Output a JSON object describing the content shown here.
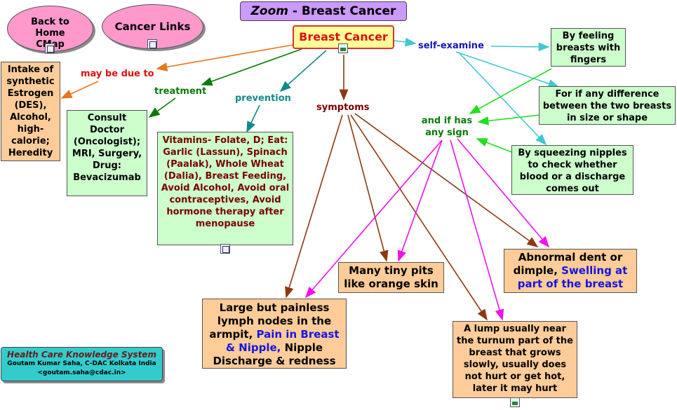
{
  "title": {
    "prefix": "Zoom",
    "main": "- Breast Cancer"
  },
  "links": {
    "back": "Back to Home CMap",
    "cancer_links": "Cancer Links"
  },
  "center": "Breast Cancer",
  "links_labels": {
    "may_be_due_to": "may be due to",
    "treatment": "treatment",
    "prevention": "prevention",
    "symptoms": "symptoms",
    "self_examine": "self-examine",
    "and_if_has": "and if has any sign"
  },
  "nodes": {
    "causes": "Intake of synthetic Estrogen (DES), Alcohol, high-calorie; Heredity",
    "treatment": "Consult Doctor (Oncologist); MRI, Surgery, Drug: Bevacizumab",
    "prevention": "Vitamins- Folate, D; Eat: Garlic (Lassun), Spinach (Paalak), Whole Wheat (Dalia), Breast Feeding, Avoid Alcohol, Avoid oral contraceptives, Avoid hormone therapy after menopause",
    "feel": "By feeling breasts with fingers",
    "difference": "For if any difference between the two breasts in size or shape",
    "squeeze": "By squeezing nipples to check whether blood or a discharge comes out",
    "dent_black": "Abnormal dent or dimple,",
    "dent_blue": "Swelling at part of the breast",
    "pits": "Many tiny pits like orange skin",
    "lymph_black": "Large but painless lymph nodes in the armpit,",
    "lymph_blue": "Pain in Breast & Nipple,",
    "lymph_end": "Nipple Discharge & redness",
    "lump": "A lump usually near the turnum part of the breast that grows slowly, usually does not hurt or get hot, later it may hurt"
  },
  "footer": {
    "title": "Health Care Knowledge System",
    "author": "Goutam Kumar Saha, C-DAC Kolkata India",
    "email": "<goutam.saha@cdac.in>"
  },
  "colors": {
    "orange_link": "#e87518",
    "green_link": "#087a08",
    "teal_link": "#108a8a",
    "brown_link": "#8a3a10",
    "cyan_link": "#40c8d0",
    "lime_link": "#20e020",
    "magenta_link": "#f010f0"
  }
}
